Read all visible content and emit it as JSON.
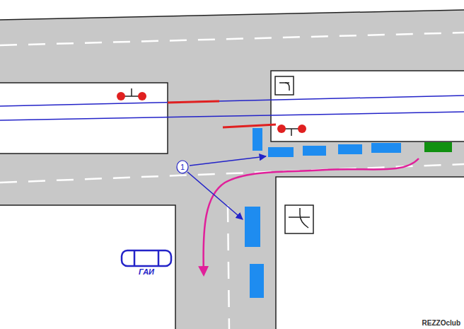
{
  "diagram": {
    "nodes": [
      {
        "text": [
          "1"
        ]
      }
    ],
    "labels": [
      "ГАИ",
      "REZZOclub"
    ]
  }
}
